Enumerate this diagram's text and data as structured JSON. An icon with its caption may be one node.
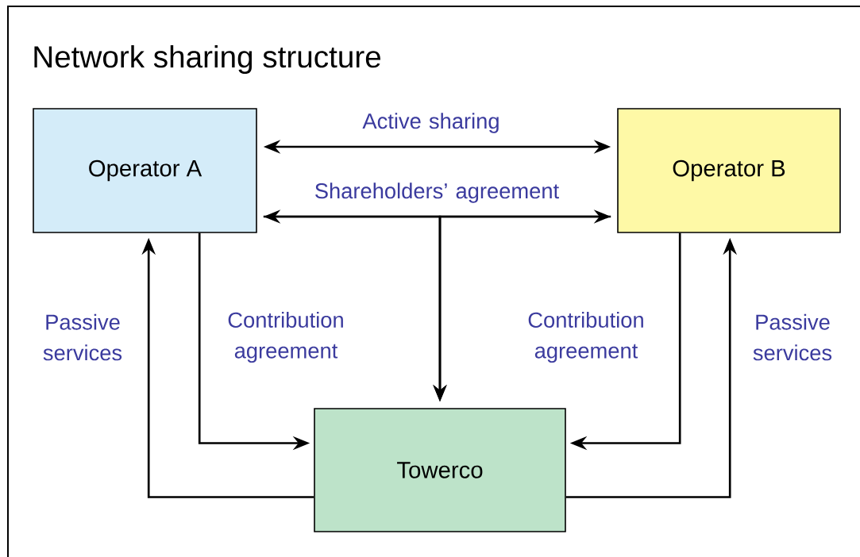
{
  "diagram": {
    "title": "Network sharing structure",
    "nodes": [
      {
        "text": [
          "Operator A"
        ]
      },
      {
        "text": [
          "Operator B"
        ]
      },
      {
        "text": [
          "Towerco"
        ]
      }
    ],
    "edges": [
      {
        "from": 0,
        "to": 1,
        "arrow": "both",
        "label": "Active sharing"
      },
      {
        "from": 0,
        "to": 1,
        "arrow": "both",
        "label": "Shareholders’ agreement"
      },
      {
        "from": 0,
        "to": 2,
        "arrow": "to"
      },
      {
        "from": 1,
        "to": 2,
        "arrow": "to"
      },
      {
        "from": 0,
        "to": 2,
        "arrow": "to",
        "label": "Contribution agreement"
      },
      {
        "from": 2,
        "to": 0,
        "arrow": "to",
        "label": "Passive services"
      },
      {
        "from": 1,
        "to": 2,
        "arrow": "to",
        "label": "Contribution agreement"
      },
      {
        "from": 2,
        "to": 1,
        "arrow": "to",
        "label": "Passive services"
      }
    ]
  }
}
